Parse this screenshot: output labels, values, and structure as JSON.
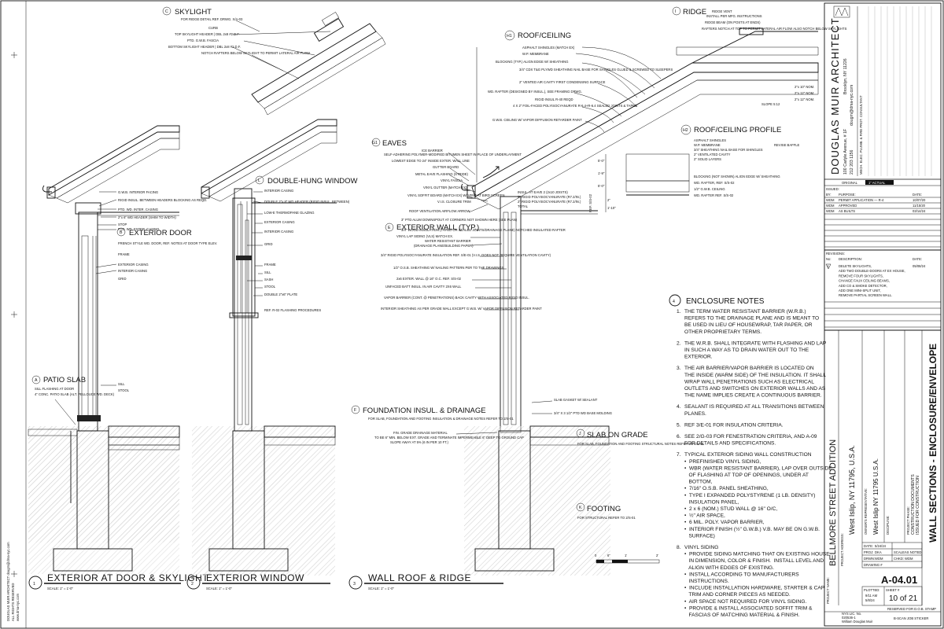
{
  "details": {
    "c_skylight": {
      "letter": "C",
      "title": "SKYLIGHT",
      "notes": [
        "FOR RIDGE DETAIL REF. DRWG. X/A-03",
        "CURB",
        "TOP SKYLIGHT HEADER | DBL 2x8 #2 D.F.",
        "PTD. G.W.B. FASCIA",
        "BOTTOM SKYLIGHT HEADER | DBL 2x8 #2 D.F.",
        "NOTCH RAFTERS BELOW SKYLIGHT TO PERMIT LATERAL AIR FLOW"
      ]
    },
    "b_exterior_door": {
      "letter": "B",
      "title": "EXTERIOR DOOR",
      "notes_above": [
        "G.W.B. INTERIOR FACING",
        "RIGID INSUL. BETWEEN HEADERS BLOCKING AS REQD.",
        "PTD. WD. INTER. CASING",
        "2\"x 6\" WD HEADER (SHIM TO WIDTH)",
        "STOP",
        "PTD. WD. EXTER. CASING"
      ],
      "notes": [
        "FRENCH STYLE WD. DOOR, REF. NOTES AT DOOR TYPE ELEV.",
        "FRAME",
        "EXTERIOR CASING",
        "INTERIOR CASING",
        "GRID"
      ]
    },
    "a_patio_slab": {
      "letter": "A",
      "title": "PATIO SLAB",
      "notes": [
        "SILL FLASHING AT DOOR",
        "4\" CONC. PATIO SLAB (ALT. PELLOUCE WD. DECK)",
        "SILL",
        "STOOL"
      ]
    },
    "l_double_hung": {
      "letter": "L",
      "title": "DOUBLE-HUNG WINDOW",
      "notes": [
        "INTERIOR CASING",
        "DOUBLE 2\"x 8\" WD HEADER (RIGID INSUL. BETWEEN)",
        "LOW-E THERMOPANE GLAZING",
        "EXTERIOR CASING",
        "INTERIOR CASING",
        "GRID",
        "FRAME",
        "SILL",
        "SASH",
        "STOOL",
        "DOUBLE 2\"x6\" PLATE",
        "REF. R-02 FLASHING PROCEDURES"
      ]
    },
    "h1_roof_ceiling": {
      "letter": "H1",
      "title": "ROOF/CEILING",
      "notes": [
        "ASPHALT SHINGLES (MATCH EX)",
        "W.P. MEMBRANE",
        "BLOCKING (TYP.) ALIGN EDGE W/ SHEATHING",
        "3/4\" CDX T&G PLYWD SHEATHING NAIL BASE FOR SHINGLES GLUED & SCREWED TO SLEEPERS",
        "2\" VENTED AIR CAVITY FIRST CONDENSING SURFACE",
        "WD. RAFTER (DESIGNED BY INSUL.), SEE FRAMING DRWG.",
        "RIGID INSUL R-40 REQD",
        "4 X 2\" FOIL-FACED POLYISOCYANURATE R-6.4+R-6.4 SEALED JOINTS & TAPED",
        "G.W.B. CEILING W/ VAPOR DIFFUSION RETARDER PAINT"
      ]
    },
    "i_ridge": {
      "letter": "I",
      "title": "RIDGE",
      "notes": [
        "RIDGE VENT",
        "INSTALL PER MFG. INSTRUCTIONS",
        "RIDGE BEAM (ON POSTS AT ENDS)",
        "RAFTERS NOTCH AT TOP TO PERMIT LATERAL AIR FLOW ALSO NOTCH BELOW SKYLIGHTS",
        "SLOPE 5:12",
        "2\"x 10\" NOM.",
        "2\"x 12\" NOM.",
        "2\"x 12\" NOM."
      ]
    },
    "g1_eaves": {
      "letter": "G1",
      "title": "EAVES",
      "notes": [
        "ICE BARRIER",
        "SELF-ADHERING POLYMER-MODIFIED BITUMEN SHEET IN PLACE OF UNDERLAYMENT",
        "LOWEST EDGE TO 24\" INSIDE EXTER. WALL LINE",
        "GUTTER BOARD",
        "METAL EAVE FLASHING (STRIDE)",
        "VINYL FASCIA",
        "VINYL GUTTER (MATCH EX)",
        "VINYL SOFFIT BOARD (MATCH EX) W/ VENT AT BIRD SCREEN",
        "V.I.S. CLOSURE TRIM",
        "ROOF VENTILATION AIRFLOW ARROW",
        "3\" PTD ALUM DOWNSPOUT AT CORNERS NOT SHOWN HERE (SEE PLAN)",
        "3/4\" WOOD INSULATION (TAPED OR SEALED JOINTS/DRAINAGE PLANE) NOTCHED INSULATED RAFTER",
        "INSUL. AT EAVE 2 (2x10 JOISTS)",
        "5\" RIGID POLYISOCYANURATE (R7.2/IN.)",
        "2\" RIGID POLYISOCYANURATE (R7.2/IN.)",
        "TOTAL",
        "SLAB GASKET W/ SEALANT",
        "3/4\" X 3 1/2\" PTD WD BASE MOLDING"
      ]
    },
    "h2_roof_ceiling_profile": {
      "letter": "H2",
      "title": "ROOF/CEILING PROFILE",
      "notes": [
        "ASPHALT SHINGLES",
        "W.P. MEMBRANE",
        "3/4\" SHEATHING NAIL BASE FOR SHINGLES",
        "2\" VENTILATED CAVITY",
        "2\" SOLID LAYERS",
        "REVISE BAFFLE",
        "BLOCKING (NOT SHOWN) ALIGN EDGE W/ SHEATHING",
        "WD. RAFTER, REF. S/S-02",
        "1/2\" G.W.B. CEILING",
        "WD. RAFTER REF. S/S-02"
      ]
    },
    "e_exterior_wall": {
      "letter": "E",
      "title": "EXTERIOR WALL (TYP.)",
      "notes": [
        "VINYL LAP SIDING (VLS) MATCH EX.",
        "WATER RESISTANT BARRIER",
        "(DRAINAGE PLANE/BUILDING PAPER)",
        "3/4\" RIGID POLYISOCYANURATE INSULATION REF. S/E-01 (V.I.S. DOES NOT REQUIRE VENTILATION CAVITY)",
        "1/2\" O.S.B. SHEATHING W/ NAILING PATTERN PER TO THE DRAWINGS",
        "2x6 EXTER. WALL @ 16\" O.C. REF. S/S-02",
        "UNFACED BATT INSUL. IN AIR CAVITY 2X6 WALL",
        "VAPOR BARRIER (CONT. @ PENETRATIONS) BACK CAVITY WITH ASSOCIATED RIGID INSUL.",
        "INTERIOR SHEATHING AS PER GRADE WALL EXCEPT G.W.B. W/ VAPOR DIFFUSION RETARDER PAINT"
      ]
    },
    "f_foundation": {
      "letter": "F",
      "title": "FOUNDATION INSUL. & DRAINAGE",
      "notes": [
        "FOR SLAB, FOUNDATION AND FOOTING INSULATION & DRAINAGE NOTES REFER TO 2/S-01",
        "FIN. GRADE DRAINAGE MATERIAL",
        "TO BE 6\" MIN. BELOW EXT. GRADE AND TERMINATE IMPERMEABLE 6\" DEEP TO GROUND CAP",
        "SLOPE AWAY AT 5% (6 IN PER 10 FT.)"
      ]
    },
    "j_slab": {
      "letter": "J",
      "title": "SLAB ON GRADE",
      "notes": [
        "FOR SLAB, FOUNDATION AND FOOTING STRUCTURAL NOTES REFER TO 2/S-01"
      ]
    },
    "k_footing": {
      "letter": "K",
      "title": "FOOTING",
      "notes": [
        "FOR STRUCTURAL REFER TO 2/S-01"
      ]
    },
    "elev_labels": [
      "REF. S/S-02",
      "5'-0\"",
      "1'-9\"",
      "5'-0\"",
      "2\"",
      "1'-10\""
    ]
  },
  "views": [
    {
      "num": "1",
      "title": "EXTERIOR AT DOOR & SKYLIGHT",
      "scale": "SCALE: 1\" = 1'-0\""
    },
    {
      "num": "2",
      "title": "EXTERIOR WINDOW",
      "scale": "SCALE: 1\" = 1'-0\""
    },
    {
      "num": "3",
      "title": "WALL ROOF & RIDGE",
      "scale": "SCALE: 1\" = 1'-0\""
    }
  ],
  "scale_bar": [
    "0",
    "6\"",
    "1'",
    "2'"
  ],
  "enclosure_notes": {
    "num": "4",
    "title": "ENCLOSURE NOTES",
    "items": [
      {
        "n": "1.",
        "lines": [
          "THE TERM WATER RESISTANT BARRIER (W.R.B.)",
          "REFERS TO THE DRAINAGE PLANE AND IS MEANT TO",
          "BE USED IN LIEU OF HOUSEWRAP, TAR PAPER, OR",
          "OTHER PROPRIETARY TERMS."
        ]
      },
      {
        "n": "2.",
        "lines": [
          "THE W.R.B. SHALL INTEGRATE WITH FLASHING AND LAP",
          "IN SUCH A WAY AS TO DRAIN WATER OUT TO THE",
          "EXTERIOR."
        ]
      },
      {
        "n": "3.",
        "lines": [
          "THE AIR BARRIER/VAPOR BARRIER IS LOCATED ON",
          "THE INSIDE (WARM SIDE) OF THE INSULATION. IT SHALL",
          "WRAP WALL PENETRATIONS SUCH AS ELECTRICAL",
          "OUTLETS AND SWITCHES ON EXTERIOR WALLS AND AS",
          "THE NAME IMPLIES CREATE A CONTINUOUS BARRIER."
        ]
      },
      {
        "n": "4.",
        "lines": [
          "SEALANT IS REQUIRED AT ALL TRANSITIONS BETWEEN",
          "PLANES."
        ]
      },
      {
        "n": "5.",
        "lines": [
          "REF 3/E-01 FOR INSULATION CRITERIA."
        ]
      },
      {
        "n": "6.",
        "lines": [
          "SEE 2/G-03 FOR FENESTRATION CRITERIA, AND A-09",
          "FOR DETAILS AND SPECIFICATIONS."
        ]
      },
      {
        "n": "7.",
        "lines": [
          "TYPICAL EXTERIOR SIDING WALL CONSTRUCTION",
          "•  PREFINISHED VINYL SIDING,",
          "•  WBR (WATER RESISTANT BARRIER), LAP OVER OUTSIDE",
          "   OF FLASHING AT TOP OF OPENINGS, UNDER AT",
          "   BOTTOM,",
          "•  7/16\" O.S.B. PANEL SHEATHING,",
          "•  TYPE I EXPANDED POLYSTYRENE (1 LB. DENSITY)",
          "   INSULATION PANEL,",
          "•  2 x 6 (NOM.) STUD WALL @ 16\" O/C,",
          "•  ½\" AIR SPACE,",
          "•  6 MIL. POLY. VAPOR BARRIER,",
          "•  INTERIOR FINISH (½\" G.W.B.) V.B. MAY BE ON G.W.B.",
          "   SURFACE)"
        ]
      },
      {
        "n": "8.",
        "lines": [
          "VINYL SIDING",
          "•  PROVIDE SIDING MATCHING THAT ON EXISTING HOUSE",
          "   IN DIMENSION, COLOR & FINISH.  INSTALL LEVEL AND",
          "   ALIGN WITH EDGES OF EXISTING.",
          "•  INSTALL ACCORDING TO MANUFACTURERS",
          "   INSTRUCTIONS.",
          "•  INCLUDE INSTALLATION HARDWARE, STARTER & CAP",
          "   TRIM AND CORNER PIECES AS NEEDED.",
          "•  AIR SPACE NOT REQUIRED FOR VINYL SIDING.",
          "•  PROVIDE & INSTALL ASSOCIATED SOFFIT TRIM &",
          "   FASCIAS OF MATCHING MATERIAL & FINISH."
        ]
      }
    ]
  },
  "title_block": {
    "firm_name": "DOUGLAS MUIR ARCHITECT",
    "firm_address": [
      "100 Carlyle Avenue, # 1F",
      "Brooklyn, NY 11226"
    ],
    "firm_contact": [
      "212 203 1156",
      "dougm@dma-nyc.com"
    ],
    "consultants": "MECH. ELEC. PLUMB. & FIRE PROT. CONSULTANT",
    "original_note": "ORIGINAL",
    "actual_note": "1\" ACTUAL",
    "issued_label": "ISSUED:",
    "issued_headers": [
      "BY:",
      "PURPOSE:",
      "DATE:"
    ],
    "issued_rows": [
      [
        "WDM",
        "PERMIT APPLICATION — R-4",
        "10/07/20"
      ],
      [
        "WDM",
        "APPROVED",
        "11/15/20"
      ],
      [
        "WDM",
        "AS BUILTS",
        "03/14/24"
      ]
    ],
    "revisions_label": "REVISIONS:",
    "revisions_headers": [
      "No:",
      "DESCRIPTION:",
      "DATE:"
    ],
    "revision_rows": [
      [
        "1",
        "DELETE SKYLIGHTS,",
        "05/08/24"
      ],
      [
        "",
        "ADD TWO DOUBLE-DOORS AT EX HOUSE,",
        ""
      ],
      [
        "",
        "REMOVE FOUR SKYLIGHTS,",
        ""
      ],
      [
        "",
        "CHANGE FAUX CEILING BEAMS,",
        ""
      ],
      [
        "",
        "ADD CO & SMOKE DETECTOR,",
        ""
      ],
      [
        "",
        "ADD ONE MINI-SPLIT UNIT,",
        ""
      ],
      [
        "",
        "REMOVE PARTIAL SCREEN WALL.",
        ""
      ]
    ],
    "project_name_label": "PROJECT NAME:",
    "project_name": "BELLMORE STREET ADDITION",
    "project_address_label": "PROJECT ADDRESS:",
    "project_address": "West Islip, NY 11795, U.S.A.",
    "owner_rep_label": "OWNER'S REPRESENTATIVE:",
    "owner_address": "West Islip NY 11795 U.S.A.",
    "discipline_label": "DISCIPLINE:",
    "phase_label": "PROJECT PHASE:",
    "phase_lines": [
      "CONSTRUCTION DOCUMENTS",
      "ISSUED FOR CONSTRUCTION"
    ],
    "sheet_title": "WALL SECTIONS - ENCLOSURE/ENVELOPE",
    "date_label": "DATE:",
    "date_value": "5/24/24",
    "proj_label": "PROJ:",
    "proj_value": "DKA",
    "drwn_label": "DRWN:",
    "drwn_value": "WDM",
    "chkd_label": "CHKD:",
    "chkd_value": "WDM",
    "scale_label": "SCALE:",
    "scale_value": "AS NOTED",
    "drawing_num_label": "DRAWING #",
    "drawing_number": "A-04.01",
    "plotted_label": "PLOTTED:",
    "plotted_values": [
      "9/11 AM",
      "5/8/24"
    ],
    "sheet_label": "SHEET #",
    "sheet_value": "10 of 21",
    "reserved": "RESERVED FOR D.O.B. STAMP",
    "sticker": "B-SCAN JOB STICKER",
    "license": [
      "NYS LIC. No.",
      "020536-1",
      "William Douglas Muir"
    ]
  },
  "left_margin": {
    "lines": [
      "DOUGLAS MUIR ARCHITECT   dougm@dma-nyc.com",
      "ALL RIGHTS RESERVED",
      "www.dma-nyc.com"
    ]
  }
}
